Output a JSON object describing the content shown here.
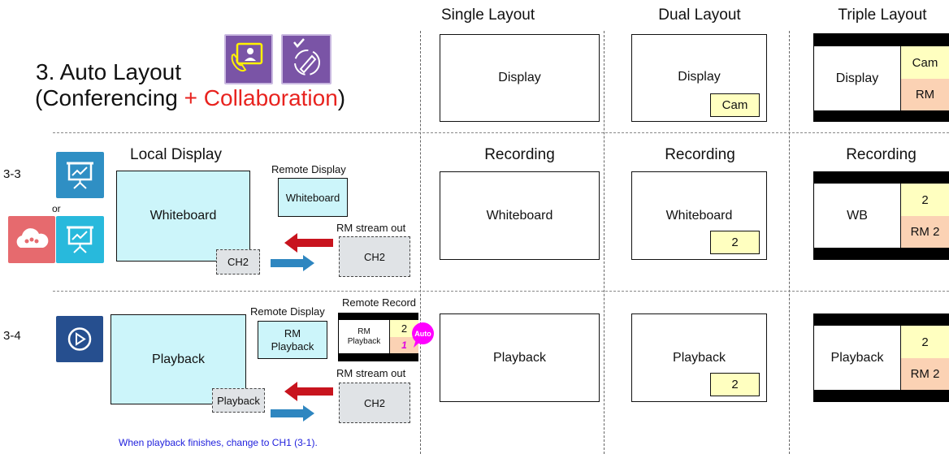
{
  "title": {
    "line1": "3. Auto Layout",
    "paren_open": "(Conferencing ",
    "plus_collab": "+ Collaboration",
    "paren_close": ")"
  },
  "column_headers": {
    "single": "Single Layout",
    "dual": "Dual Layout",
    "triple": "Triple Layout"
  },
  "row1": {
    "single_box": "Display",
    "dual_main": "Display",
    "dual_pip": "Cam",
    "triple_main": "Display",
    "triple_top": "Cam",
    "triple_bottom": "RM"
  },
  "row2": {
    "id": "3-3",
    "or": "or",
    "local_display": "Local Display",
    "local_main": "Whiteboard",
    "local_ch": "CH2",
    "remote_display_title": "Remote Display",
    "remote_display_box": "Whiteboard",
    "rm_stream_out": "RM stream out",
    "stream_box": "CH2",
    "recording_single_hdr": "Recording",
    "recording_dual_hdr": "Recording",
    "recording_triple_hdr": "Recording",
    "single_box": "Whiteboard",
    "dual_main": "Whiteboard",
    "dual_pip": "2",
    "triple_main": "WB",
    "triple_top": "2",
    "triple_bottom": "RM 2"
  },
  "row3": {
    "id": "3-4",
    "local_main": "Playback",
    "local_ch": "Playback",
    "remote_display_title": "Remote Display",
    "remote_display_box": "RM\nPlayback",
    "remote_record_title": "Remote Record",
    "rr_main_line1": "RM",
    "rr_main_line2": "Playback",
    "rr_top": "2",
    "rr_bottom": "1",
    "auto_badge": "Auto",
    "rm_stream_out": "RM stream out",
    "stream_box": "CH2",
    "single_box": "Playback",
    "dual_main": "Playback",
    "dual_pip": "2",
    "triple_main": "Playback",
    "triple_top": "2",
    "triple_bottom": "RM 2",
    "note": "When playback finishes, change to CH1 (3-1)."
  },
  "colors": {
    "collab_red": "#e8231f",
    "note_blue": "#2222dd",
    "arrow_red": "#c8141e",
    "arrow_blue": "#2e86c0",
    "purple_tile": "#7a54a6",
    "blue_tile": "#2f8fc4",
    "cyan_tile": "#28b9dc",
    "playback_tile": "#264f8f",
    "auto_magenta": "#ff00ff"
  }
}
